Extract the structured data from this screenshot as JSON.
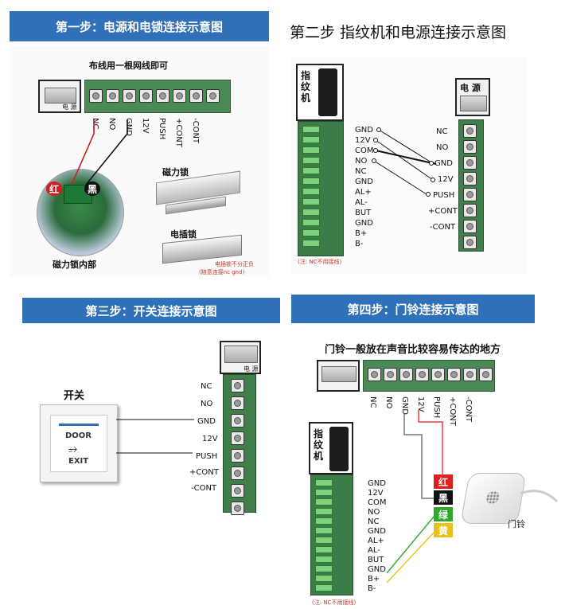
{
  "step1": {
    "banner": "第一步：电源和电锁连接示意图",
    "subtitle": "布线用一根网线即可",
    "psu_label": "电 源",
    "terminals": [
      "NC",
      "NO",
      "GND",
      "12V",
      "PUSH",
      "+CONT",
      "-CONT"
    ],
    "maglock_title": "磁力锁",
    "maglock_inner": "磁力锁内部",
    "red_tag": "红",
    "black_tag": "黑",
    "strike_title": "电插锁",
    "strike_note1": "电插锁不分正负",
    "strike_note2": "(随意连接nc gnd)"
  },
  "step2": {
    "title": "第二步  指纹机和电源连接示意图",
    "device_label": "指纹机",
    "device_pins": [
      "GND",
      "12V",
      "COM",
      "NO",
      "NC",
      "GND",
      "AL+",
      "AL-",
      "BUT",
      "GND",
      "B+",
      "B-"
    ],
    "note": "(注: NC不用接线)",
    "psu_label": "电 源",
    "psu_terms": [
      "NC",
      "NO",
      "GND",
      "12V",
      "PUSH",
      "+CONT",
      "-CONT"
    ]
  },
  "step3": {
    "banner": "第三步：开关连接示意图",
    "switch_title": "开关",
    "door_text": "DOOR",
    "exit_text": "EXIT",
    "psu_label": "电 源",
    "psu_terms": [
      "NC",
      "NO",
      "GND",
      "12V",
      "PUSH",
      "+CONT",
      "-CONT"
    ]
  },
  "step4": {
    "banner": "第四步：门铃连接示意图",
    "subtitle": "门铃一般放在声音比较容易传达的地方",
    "terminals": [
      "NC",
      "NO",
      "GND",
      "12V",
      "PUSH",
      "+CONT",
      "-CONT"
    ],
    "device_label": "指纹机",
    "device_pins": [
      "GND",
      "12V",
      "COM",
      "NO",
      "NC",
      "GND",
      "AL+",
      "AL-",
      "BUT",
      "GND",
      "B+",
      "B-"
    ],
    "note": "(注: NC不用接线)",
    "wire_tags": [
      "红",
      "黑",
      "绿",
      "黄"
    ],
    "wire_colors": [
      "#e02020",
      "#111111",
      "#2faa2f",
      "#e8c21a"
    ],
    "bell_label": "门铃"
  }
}
